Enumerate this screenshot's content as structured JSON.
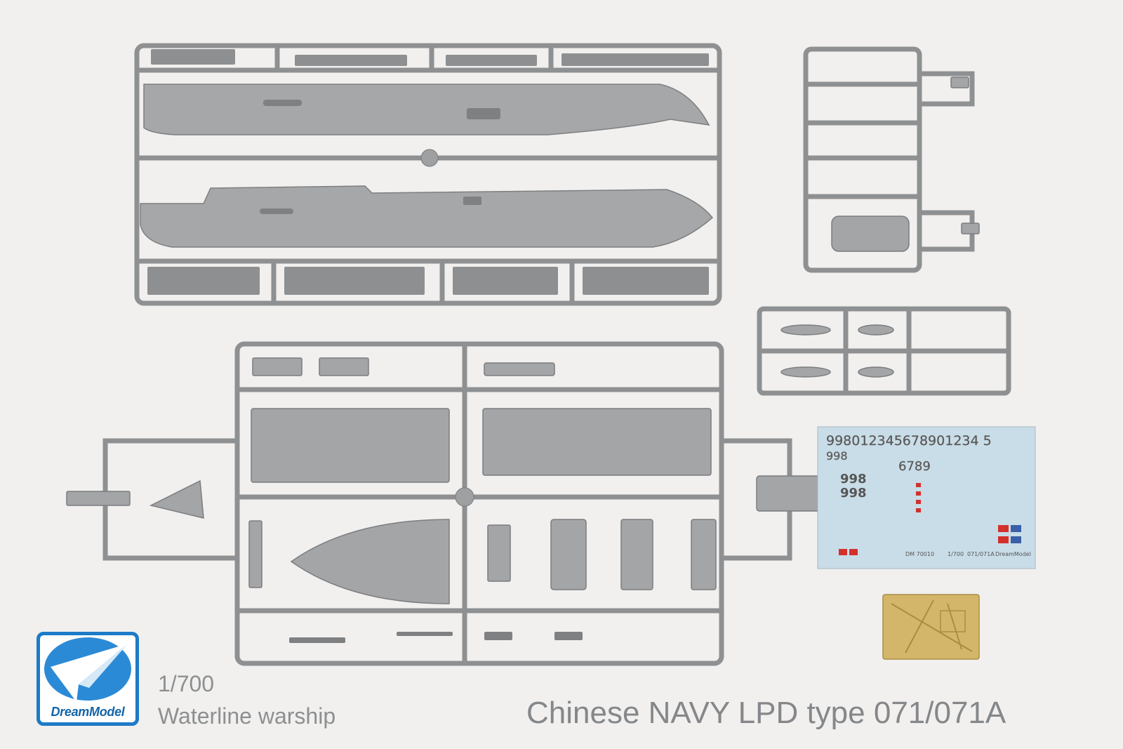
{
  "product": {
    "brand_name": "DreamModel",
    "scale": "1/700",
    "kit_type": "Waterline warship",
    "title": "Chinese NAVY LPD type 071/071A"
  },
  "decal_sheet": {
    "number_row_top": "998012345678901234 5",
    "hull_number_small": "998",
    "hull_number_mid": "6789",
    "hull_number_black_1": "998",
    "hull_number_black_2": "998",
    "kit_code": "DM 70010",
    "scale": "1/700",
    "model_types": "071/071A",
    "brand": "DreamModel"
  },
  "colors": {
    "plastic_grey": "#9ea0a2",
    "background": "#f1f0ee",
    "logo_blue": "#1d7bc7",
    "decal_blue": "#c9dde8",
    "photo_etch_brass": "#d4b66a"
  }
}
